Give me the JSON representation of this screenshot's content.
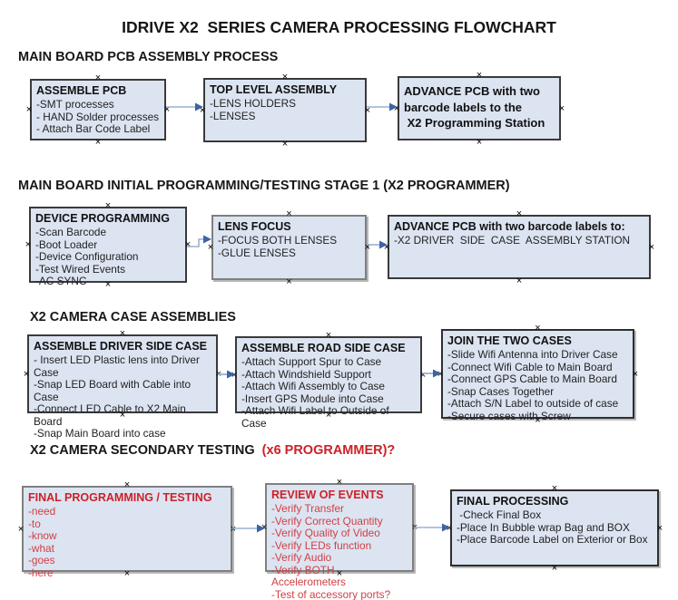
{
  "title": "IDRIVE X2  SERIES CAMERA PROCESSING FLOWCHART",
  "colors": {
    "box_fill": "#dce4f1",
    "box_border_dark": "#3a3a3a",
    "box_border_gray": "#7f7f7f",
    "arrow_line": "#9ab1d3",
    "arrow_head": "#3d64a6",
    "heading_red": "#cc2127",
    "item_red": "#d04046",
    "text": "#1a1a1a"
  },
  "sections": [
    {
      "heading": "MAIN BOARD PCB ASSEMBLY PROCESS",
      "boxes": [
        {
          "title": "ASSEMBLE PCB",
          "items": [
            "-SMT processes",
            "- HAND Solder processes",
            "- Attach Bar Code Label"
          ]
        },
        {
          "title": "TOP LEVEL ASSEMBLY",
          "items": [
            "-LENS HOLDERS",
            "-LENSES"
          ]
        },
        {
          "title": "ADVANCE PCB with two\nbarcode labels to the\n X2 Programming Station",
          "items": []
        }
      ]
    },
    {
      "heading": "MAIN BOARD INITIAL PROGRAMMING/TESTING STAGE 1 (X2 PROGRAMMER)",
      "boxes": [
        {
          "title": "DEVICE PROGRAMMING",
          "items": [
            "-Scan Barcode",
            "-Boot Loader",
            "-Device Configuration",
            "-Test Wired Events",
            "-AC SYNC"
          ]
        },
        {
          "title": "LENS FOCUS",
          "items": [
            "-FOCUS BOTH LENSES",
            "-GLUE LENSES"
          ]
        },
        {
          "title": "ADVANCE PCB with two barcode labels to:",
          "items": [
            "-X2 DRIVER  SIDE  CASE  ASSEMBLY STATION"
          ]
        }
      ]
    },
    {
      "heading": "X2 CAMERA CASE ASSEMBLIES",
      "boxes": [
        {
          "title": "ASSEMBLE DRIVER SIDE CASE",
          "items": [
            "- Insert LED Plastic lens into Driver Case",
            "-Snap LED Board with Cable into Case",
            "-Connect LED Cable to X2 Main Board",
            "-Snap Main Board into case"
          ]
        },
        {
          "title": "ASSEMBLE ROAD SIDE CASE",
          "items": [
            "-Attach Support Spur to Case",
            "-Attach Windshield Support",
            "-Attach Wifi Assembly to Case",
            "-Insert GPS Module into Case",
            "-Attach Wifi Label to Outside of Case"
          ]
        },
        {
          "title": "JOIN THE TWO CASES",
          "items": [
            "-Slide Wifi Antenna into Driver Case",
            "-Connect Wifi Cable to Main Board",
            "-Connect GPS Cable to Main Board",
            "-Snap Cases Together",
            "-Attach S/N Label to outside of case",
            "-Secure cases with Screw"
          ]
        }
      ]
    },
    {
      "heading": "X2 CAMERA SECONDARY TESTING  ",
      "heading_accent": "(x6 PROGRAMMER)?",
      "boxes": [
        {
          "title": "FINAL PROGRAMMING / TESTING",
          "items": [
            "-need",
            "-to",
            "-know",
            "-what",
            "-goes",
            "-here"
          ]
        },
        {
          "title": "REVIEW OF EVENTS",
          "items": [
            "-Verify Transfer",
            "-Verify Correct Quantity",
            "-Verify Quality of Video",
            "-Verify LEDs function",
            "-Verify Audio",
            "-Verify BOTH Accelerometers",
            "-Test of accessory ports?"
          ]
        },
        {
          "title": "FINAL PROCESSING",
          "items": [
            " -Check Final Box",
            "-Place In Bubble wrap Bag and BOX",
            "-Place Barcode Label on Exterior or Box"
          ]
        }
      ]
    }
  ]
}
